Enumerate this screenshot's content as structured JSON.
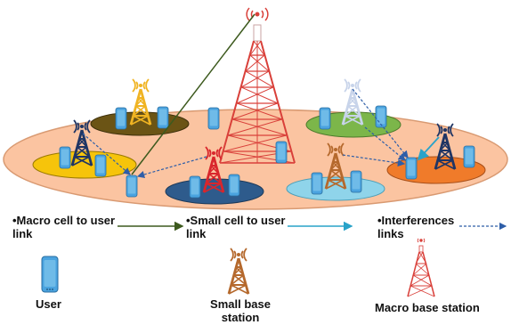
{
  "legend": {
    "macro_link": "•Macro cell to user link",
    "small_link": "•Small cell to user link",
    "interference": "•Interferences links",
    "user": "User",
    "small_bs": "Small base station",
    "macro_bs": "Macro base station"
  },
  "colors": {
    "macro_cell": "#fbc4a1",
    "macro_cell_edge": "#d99a72",
    "macro_tower": "#d9403a",
    "macro_link": "#3d5a1e",
    "small_link": "#29a3c9",
    "interference_link": "#2e5ea8",
    "phone": "#4aa3df",
    "small_cells": [
      "#f6c40b",
      "#6b5415",
      "#2e5b8c",
      "#8fd4ea",
      "#7cb64a",
      "#f07b2a"
    ],
    "small_towers": [
      "#1f3564",
      "#f0b423",
      "#d9262c",
      "#b5692d",
      "#c8d4ea",
      "#1f3564"
    ]
  }
}
